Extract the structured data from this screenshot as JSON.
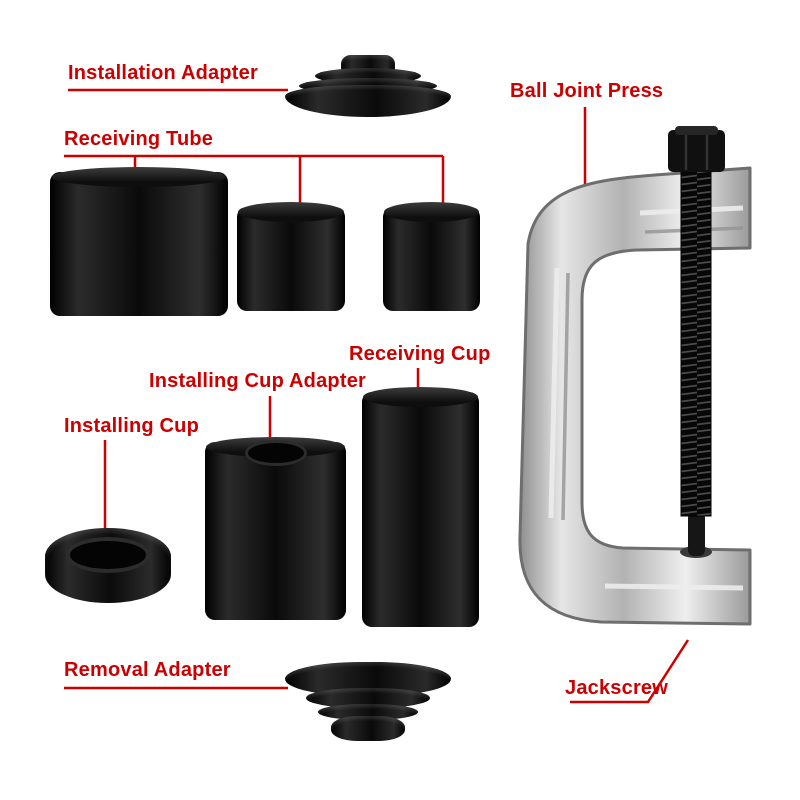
{
  "labels": {
    "installation_adapter": "Installation Adapter",
    "receiving_tube": "Receiving Tube",
    "ball_joint_press": "Ball Joint Press",
    "receiving_cup": "Receiving Cup",
    "installing_cup_adapter": "Installing Cup Adapter",
    "installing_cup": "Installing Cup",
    "removal_adapter": "Removal Adapter",
    "jackscrew": "Jackscrew"
  },
  "colors": {
    "label_text": "#cc0000",
    "leader_line": "#cc0000",
    "parts": "#0d0d0d",
    "clamp_metal": "#c4c4c4",
    "background": "#ffffff"
  }
}
